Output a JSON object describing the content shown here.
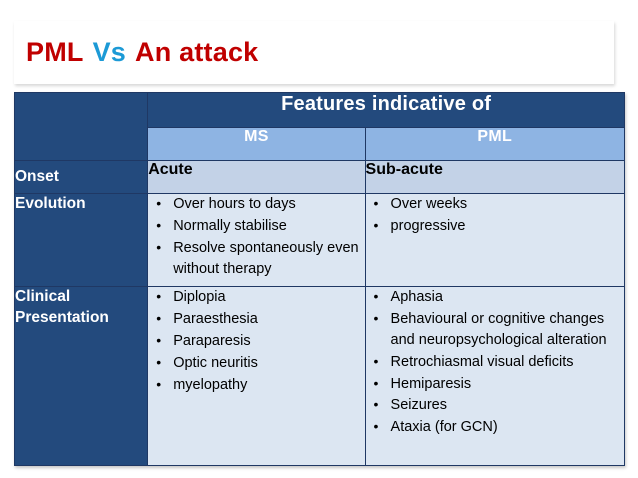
{
  "slide": {
    "title": {
      "part1": "PML",
      "part2": "Vs",
      "part3": "An attack",
      "color_part1": "#c00000",
      "color_part2": "#1c9ad6",
      "color_part3": "#c00000"
    }
  },
  "colors": {
    "header_dark": "#234a7d",
    "header_light": "#8eb4e3",
    "row_label": "#234a7d",
    "cell_light": "#dce6f2",
    "cell_onset": "#c3d2e7",
    "border": "#1f3864"
  },
  "table": {
    "header": {
      "corner": "",
      "group_label": "Features indicative of",
      "columns": [
        "MS",
        "PML"
      ]
    },
    "rows": [
      {
        "label": "Onset",
        "type": "text",
        "ms": "Acute",
        "pml": "Sub-acute"
      },
      {
        "label": "Evolution",
        "type": "bullets",
        "ms": [
          "Over hours to days",
          "Normally stabilise",
          "Resolve spontaneously even without therapy"
        ],
        "pml": [
          "Over weeks",
          "progressive"
        ]
      },
      {
        "label": "Clinical Presentation",
        "type": "bullets",
        "ms": [
          "Diplopia",
          "Paraesthesia",
          "Paraparesis",
          "Optic neuritis",
          "myelopathy"
        ],
        "pml": [
          "Aphasia",
          "Behavioural or cognitive changes and neuropsychological alteration",
          "Retrochiasmal visual deficits",
          "Hemiparesis",
          "Seizures",
          "Ataxia (for GCN)"
        ]
      }
    ]
  }
}
